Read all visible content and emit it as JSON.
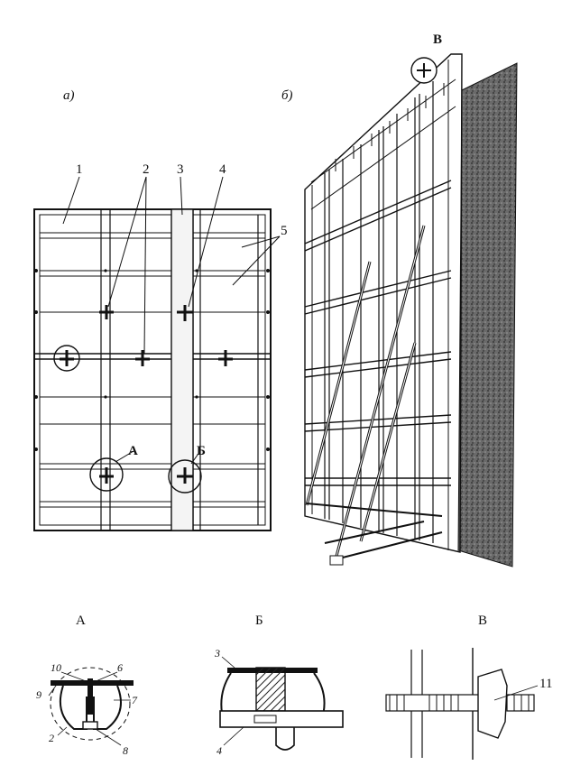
{
  "panel_a": {
    "caption": "а)",
    "callouts": [
      "1",
      "2",
      "3",
      "4",
      "5"
    ],
    "detail_a": "А",
    "detail_b": "Б"
  },
  "panel_b": {
    "caption": "б)",
    "detail_v": "В"
  },
  "details": {
    "A": {
      "title": "А",
      "callouts": [
        "10",
        "6",
        "9",
        "7",
        "2",
        "8"
      ]
    },
    "B": {
      "title": "Б",
      "callouts": [
        "3",
        "4"
      ]
    },
    "V": {
      "title": "В",
      "callouts": [
        "11"
      ]
    }
  }
}
